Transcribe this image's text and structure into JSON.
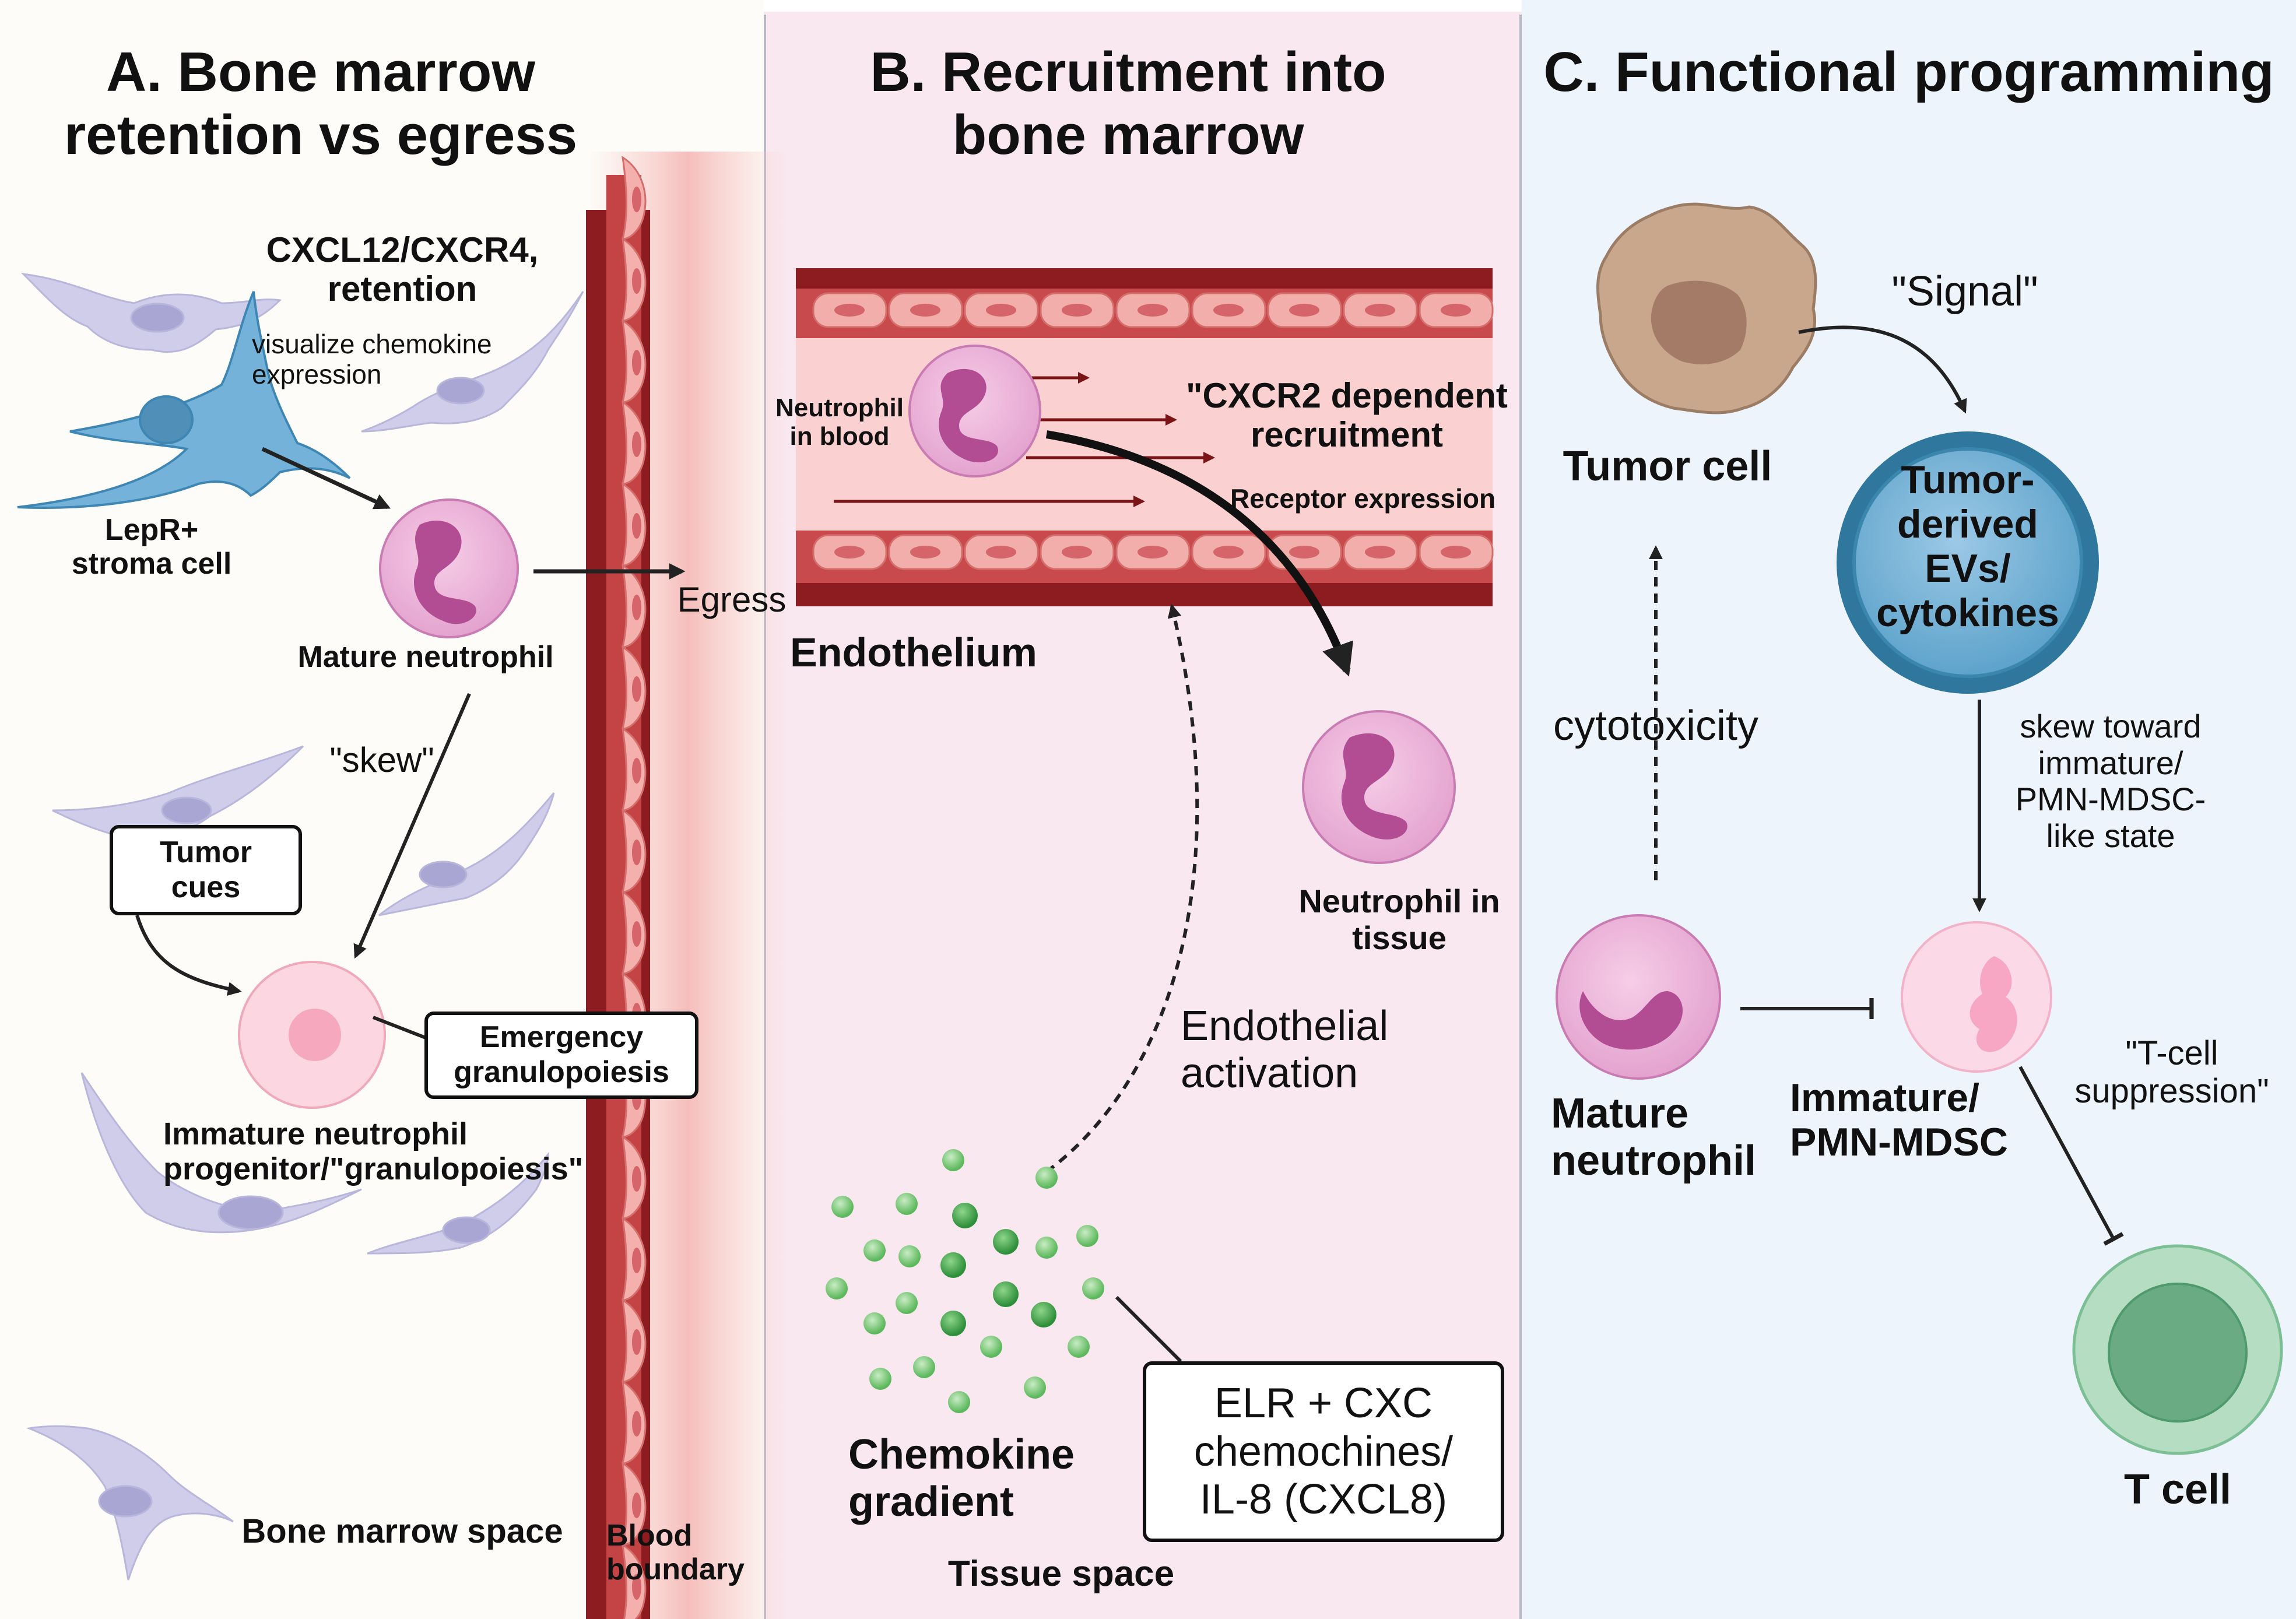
{
  "panels": {
    "a": {
      "title": "A. Bone marrow\nretention vs egress",
      "cxcl12": "CXCL12/CXCR4,\nretention",
      "visualize": "visualize chemokine\nexpression",
      "lepr": "LepR+\nstroma cell",
      "mature": "Mature neutrophil",
      "egress": "Egress",
      "skew": "\"skew\"",
      "tumor_cues": "Tumor\ncues",
      "emergency": "Emergency\ngranulopoiesis",
      "immature": "Immature neutrophil\nprogenitor/\"granulopoiesis\"",
      "bm_space": "Bone marrow space",
      "blood_boundary": "Blood\nboundary"
    },
    "b": {
      "title": "B. Recruitment into\nbone marrow",
      "neutrophil_blood": "Neutrophil\nin blood",
      "cxcr2": "\"CXCR2 dependent\nrecruitment",
      "receptor": "Receptor expression",
      "endothelium": "Endothelium",
      "neutrophil_tissue": "Neutrophil in\ntissue",
      "endothelial_activation": "Endothelial\nactivation",
      "chemokine_gradient": "Chemokine\ngradient",
      "elr": "ELR + CXC\nchemochines/\nIL-8 (CXCL8)",
      "tissue_space": "Tissue space"
    },
    "c": {
      "title": "C. Functional programming",
      "signal": "\"Signal\"",
      "tumor_cell": "Tumor cell",
      "evs": "Tumor-\nderived\nEVs/\ncytokines",
      "cytotoxicity": "cytotoxicity",
      "skew_toward": "skew toward\nimmature/\nPMN-MDSC-\nlike state",
      "tcell_suppression": "\"T-cell\nsuppression\"",
      "mature": "Mature\nneutrophil",
      "immature": "Immature/\nPMN-MDSC",
      "tcell": "T cell"
    }
  },
  "colors": {
    "panel_a_bg": "#fdfcf8",
    "panel_b_bg": "#f9e8ef",
    "panel_c_bg": "#eef4fb",
    "vessel_dark": "#8c1c1f",
    "vessel_mid": "#c8474a",
    "vessel_light": "#f3b0ac",
    "neutrophil": "#e9a9d2",
    "neutrophil_nucleus": "#b24d94",
    "stroma_blue": "#6eb0d8",
    "stroma_lavender": "#c8c6e8",
    "ev_blue": "#3a86ad",
    "tumor_brown": "#c8a88e",
    "tcell_green": "#6ab88a",
    "chemokine_green": "#5ab55a"
  }
}
